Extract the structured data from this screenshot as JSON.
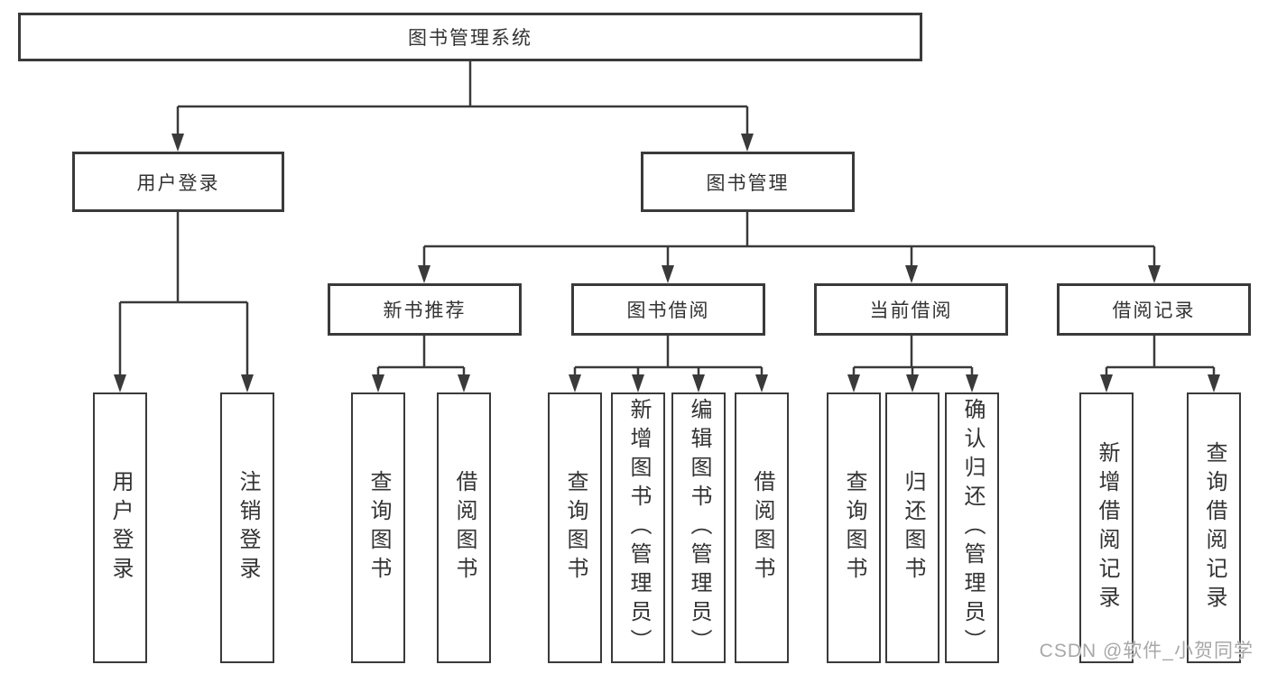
{
  "tree": {
    "root": {
      "label": "图书管理系统"
    },
    "branches": [
      {
        "label": "用户登录",
        "children": [
          {
            "label": "用户登录"
          },
          {
            "label": "注销登录"
          }
        ]
      },
      {
        "label": "图书管理",
        "children": [
          {
            "label": "新书推荐",
            "children": [
              {
                "label": "查询图书"
              },
              {
                "label": "借阅图书"
              }
            ]
          },
          {
            "label": "图书借阅",
            "children": [
              {
                "label": "查询图书"
              },
              {
                "label": "新增图书（管理员）"
              },
              {
                "label": "编辑图书（管理员）"
              },
              {
                "label": "借阅图书"
              }
            ]
          },
          {
            "label": "当前借阅",
            "children": [
              {
                "label": "查询图书"
              },
              {
                "label": "归还图书"
              },
              {
                "label": "确认归还（管理员）"
              }
            ]
          },
          {
            "label": "借阅记录",
            "children": [
              {
                "label": "新增借阅记录"
              },
              {
                "label": "查询借阅记录"
              }
            ]
          }
        ]
      }
    ]
  },
  "watermark": {
    "text": "CSDN @软件_小贺同学"
  },
  "colors": {
    "line": "#3a3a3a",
    "text": "#333333",
    "background": "#ffffff",
    "watermark": "#a8a8a8"
  }
}
